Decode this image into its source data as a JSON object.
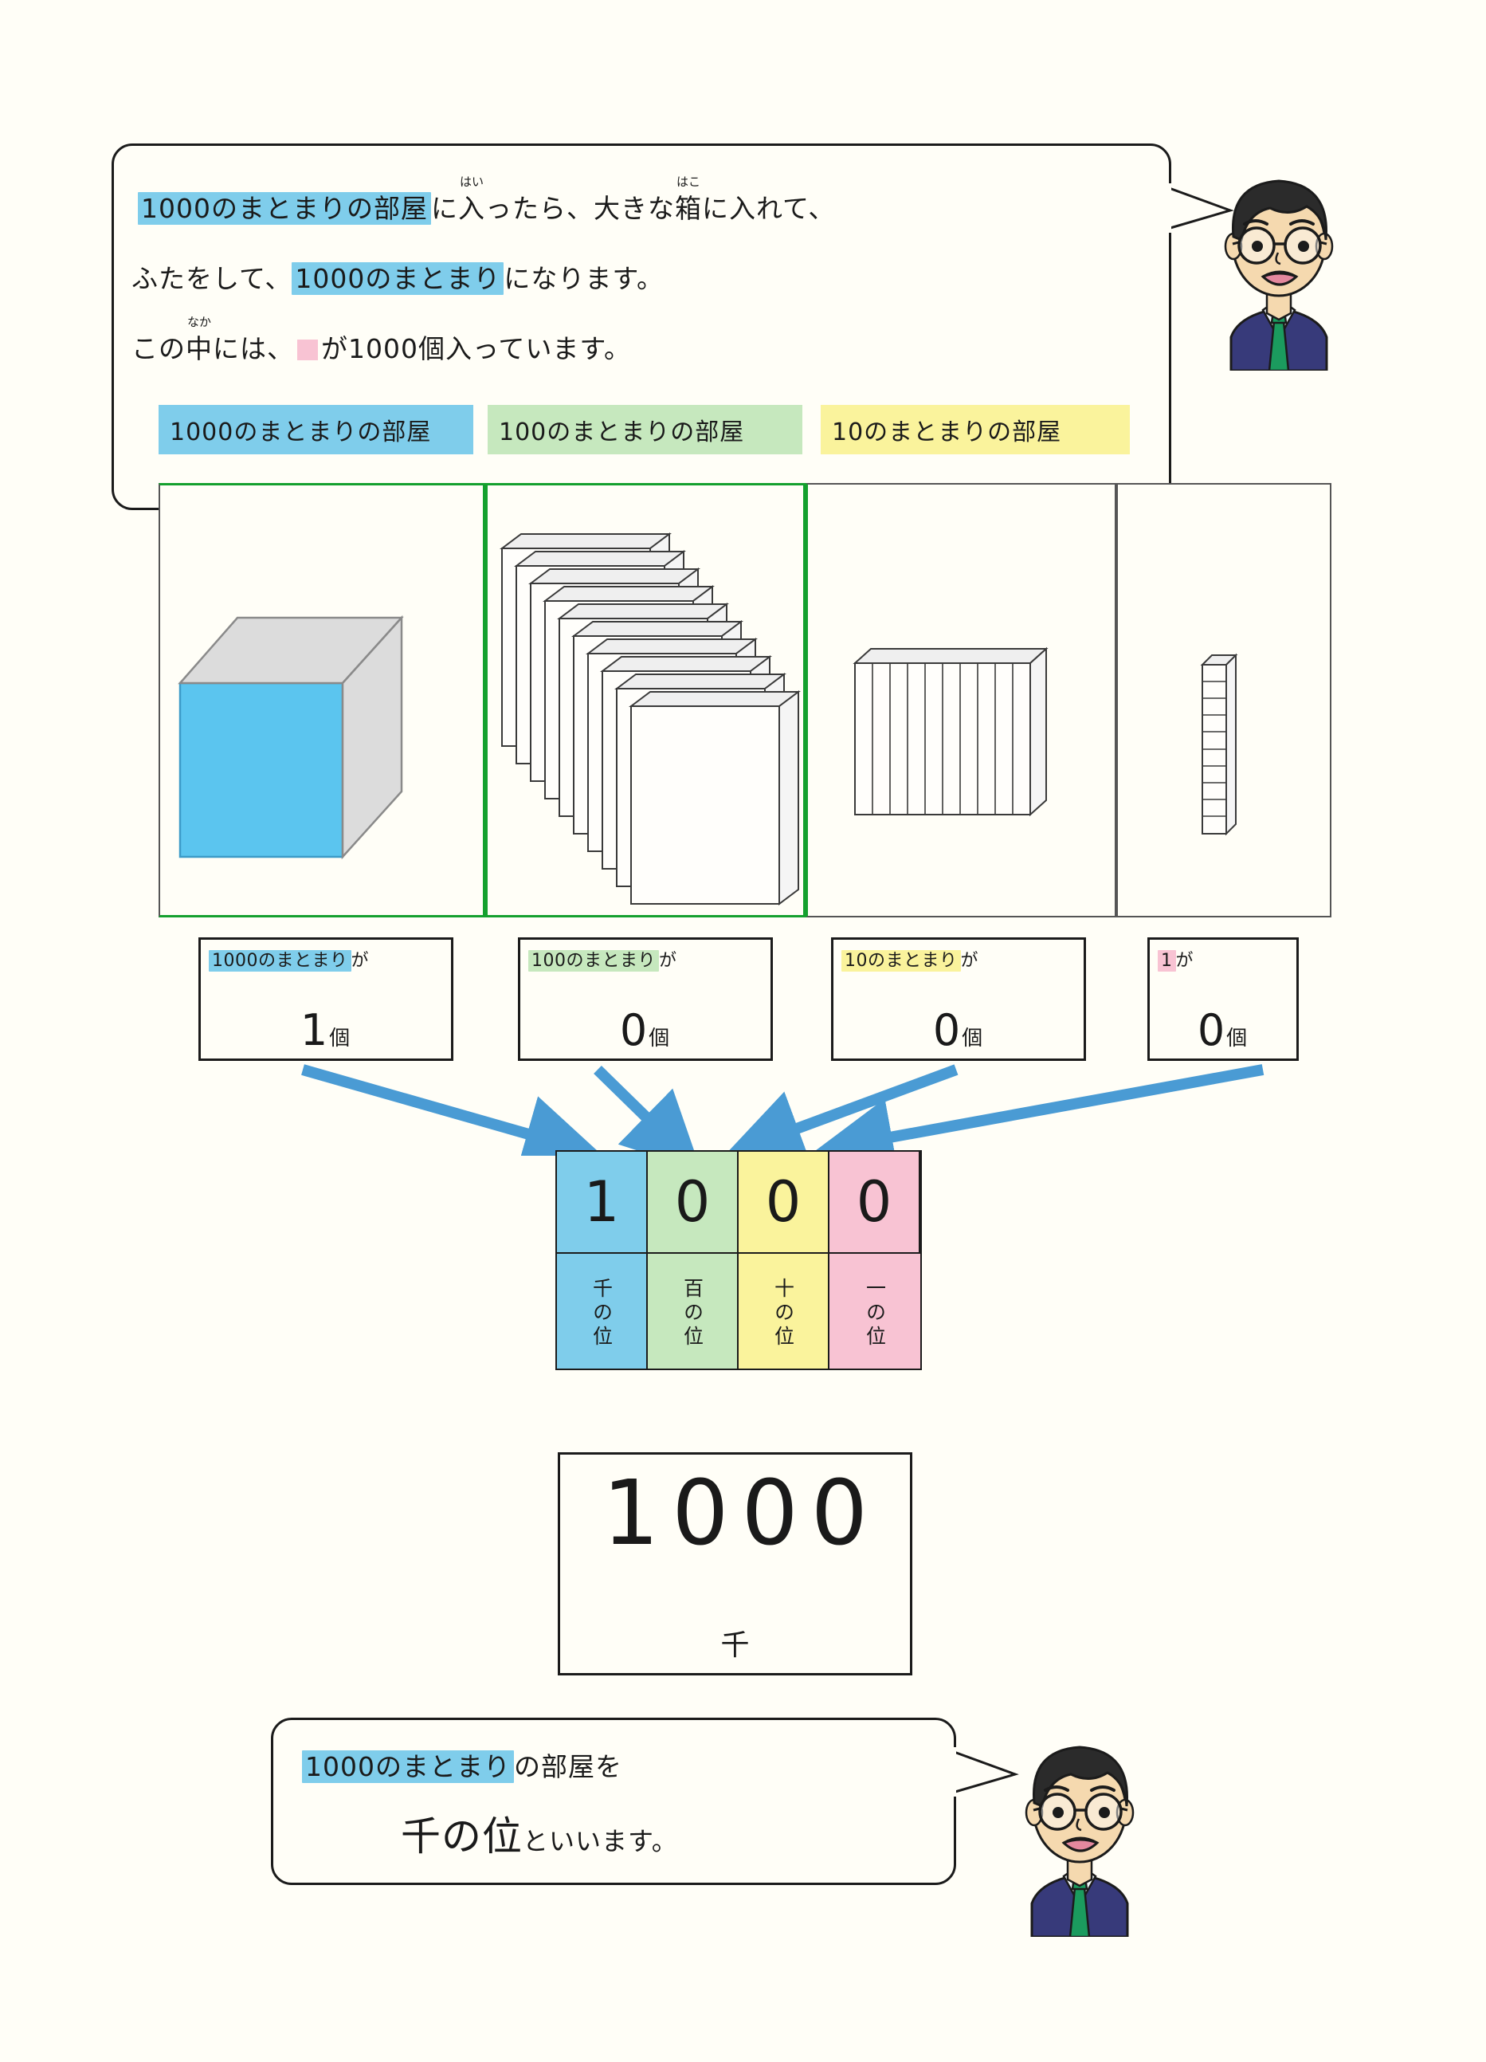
{
  "colors": {
    "blue": "#7FCDEB",
    "green": "#C6E8BE",
    "yellow": "#FAF39C",
    "pink": "#F8C3D3",
    "cube_front": "#5BC5EF",
    "cube_side": "#DCDCDC",
    "green_border": "#14A02E",
    "arrow": "#4A9BD4",
    "paper": "#FFFEF7",
    "ink": "#1b1b1b",
    "suit": "#373A7A",
    "tie": "#1B9B5E",
    "skin": "#F5D9AF",
    "hair": "#2B2B2B"
  },
  "top_bubble": {
    "line1_a": "1000のまとまりの部屋",
    "line1_b": "に",
    "line1_ruby_base": "入",
    "line1_ruby_text": "はい",
    "line1_c": "ったら、大きな",
    "line1_ruby2_base": "箱",
    "line1_ruby2_text": "はこ",
    "line1_d": "に入れて、",
    "line2_a": "ふたをして、",
    "line2_b": "1000のまとまり",
    "line2_c": "になります。",
    "line3_a": "この",
    "line3_ruby_base": "中",
    "line3_ruby_text": "なか",
    "line3_b": "には、",
    "line3_c": "が1000個入っています。"
  },
  "room_labels": [
    {
      "text": "1000のまとまりの部屋",
      "color": "blue"
    },
    {
      "text": "100のまとまりの部屋",
      "color": "green"
    },
    {
      "text": "10のまとまりの部屋",
      "color": "yellow"
    }
  ],
  "manipulatives": [
    {
      "name": "thousand-cube",
      "kind": "cube",
      "count": 1
    },
    {
      "name": "hundred-flats-stack",
      "kind": "flat-stack",
      "count": 10
    },
    {
      "name": "hundred-flat-single",
      "kind": "flat",
      "count": 1
    },
    {
      "name": "ten-rod",
      "kind": "rod",
      "count": 1
    }
  ],
  "counter_boxes": [
    {
      "label": "1000のまとまり",
      "highlight": "blue",
      "particle": "が",
      "number": "1",
      "unit": "個"
    },
    {
      "label": "100のまとまり",
      "highlight": "green",
      "particle": "が",
      "number": "0",
      "unit": "個"
    },
    {
      "label": "10のまとまり",
      "highlight": "yellow",
      "particle": "が",
      "number": "0",
      "unit": "個"
    },
    {
      "label": "1",
      "highlight": "pink",
      "particle": "が",
      "number": "0",
      "unit": "個"
    }
  ],
  "place_value_table": {
    "digits": [
      "1",
      "0",
      "0",
      "0"
    ],
    "names": [
      "千の位",
      "百の位",
      "十の位",
      "一の位"
    ],
    "cell_colors": [
      "blue",
      "green",
      "yellow",
      "pink"
    ]
  },
  "answer": {
    "number": "1000",
    "kanji": "千"
  },
  "bottom_bubble": {
    "line1_a": "1000のまとまり",
    "line1_b": "の部屋を",
    "line2_a": "千の位",
    "line2_b": "といいます。"
  }
}
